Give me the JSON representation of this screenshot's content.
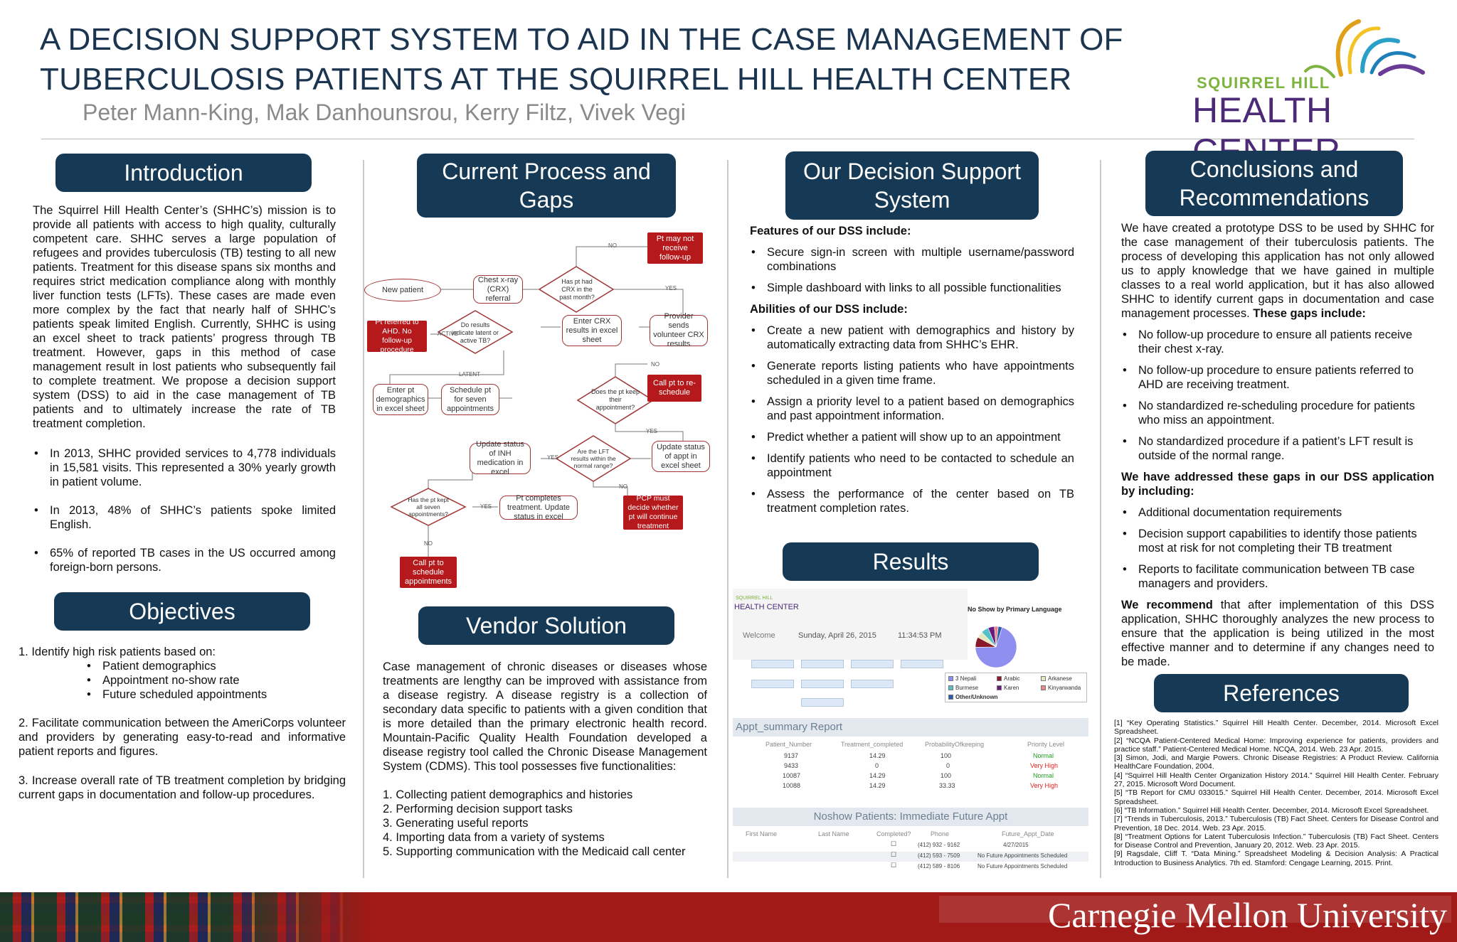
{
  "header": {
    "title_line1": "A DECISION SUPPORT SYSTEM TO AID IN THE CASE MANAGEMENT OF",
    "title_line2": "TUBERCULOSIS PATIENTS AT THE SQUIRREL HILL HEALTH CENTER",
    "authors": "Peter Mann-King, Mak Danhounsrou, Kerry Filtz, Vivek Vegi",
    "logo_sub": "SQUIRREL HILL",
    "logo_main": "HEALTH CENTER"
  },
  "intro": {
    "heading": "Introduction",
    "paragraph": "The Squirrel Hill Health Center’s (SHHC’s) mission is to provide all patients with access to high quality, culturally competent care. SHHC serves a large population of refugees and provides tuberculosis (TB) testing to all new patients. Treatment for this disease spans six months and requires strict medication compliance along with monthly liver function tests (LFTs). These cases are made even more complex by the fact that nearly half of SHHC’s patients speak limited English. Currently, SHHC is using an excel sheet to track patients’ progress through TB treatment. However, gaps in this method of case management result in lost patients who subsequently fail to complete treatment. We propose a decision support system (DSS) to aid in the case management of TB patients and to ultimately increase the rate of TB treatment completion.",
    "bullets": [
      "In 2013, SHHC provided services to 4,778 individuals in 15,581 visits. This represented a 30% yearly growth in patient volume.",
      "In 2013, 48% of SHHC’s patients spoke limited English.",
      "65% of reported TB cases in the US occurred among foreign-born persons."
    ]
  },
  "objectives": {
    "heading": "Objectives",
    "item1": "1.   Identify high risk patients based on:",
    "sub": [
      "Patient demographics",
      "Appointment no-show rate",
      "Future scheduled appointments"
    ],
    "item2": "2. Facilitate communication between the AmeriCorps volunteer and providers by generating easy-to-read and informative patient reports and figures.",
    "item3": "3. Increase overall rate of TB treatment completion by bridging current gaps in documentation and follow-up procedures."
  },
  "process": {
    "heading_line1": "Current Process and",
    "heading_line2": "Gaps",
    "nodes": {
      "new_patient": "New patient",
      "chest_xray": "Chest x-ray (CRX) referral",
      "had_crx": "Has pt had CRX in the past month?",
      "not_receive": "Pt may not receive follow-up",
      "provider_sends": "Provider sends volunteer CRX results",
      "enter_crx": "Enter CRX results in excel sheet",
      "latent_active": "Do results indicate latent or active TB?",
      "referred_ahd": "Pt referred to AHD. No follow-up procedure",
      "enter_demo": "Enter pt demographics in excel sheet",
      "schedule_seven": "Schedule pt for seven appointments",
      "keep_appt": "Does the pt keep their appointment?",
      "call_reschedule": "Call pt to re-schedule",
      "update_appt": "Update status of appt in excel sheet",
      "lft_normal": "Are the LFT results within the normal range?",
      "update_inh": "Update status of INH medication in excel",
      "kept_all": "Has the pt kept all seven appointments?",
      "completes": "Pt completes treatment. Update status in excel",
      "pcp_decide": "PCP must decide whether pt will continue treatment",
      "call_schedule": "Call pt to schedule appointments"
    },
    "labels": {
      "no": "NO",
      "yes": "YES",
      "active": "ACTIVE",
      "latent": "LATENT"
    }
  },
  "vendor": {
    "heading": "Vendor Solution",
    "paragraph": "Case management of chronic diseases or diseases whose treatments are lengthy can be improved with assistance from a disease registry. A disease registry is a collection of secondary data specific to patients with a given condition that is more detailed than the primary electronic health record. Mountain-Pacific Quality Health Foundation developed a disease registry tool called the Chronic Disease Management System (CDMS). This tool possesses five functionalities:",
    "list": [
      "1.   Collecting patient demographics and histories",
      "2.   Performing decision support tasks",
      "3.   Generating useful reports",
      "4.   Importing data from a variety of systems",
      "5.   Supporting communication with the Medicaid call center"
    ]
  },
  "dss": {
    "heading_line1": "Our Decision Support",
    "heading_line2": "System",
    "features_title": "Features of our DSS include:",
    "features": [
      "Secure sign-in screen with multiple username/password combinations",
      "Simple dashboard with links to all possible functionalities"
    ],
    "abilities_title": "Abilities of our DSS include:",
    "abilities": [
      "Create a new patient with demographics and history by automatically extracting data from SHHC’s EHR.",
      "Generate reports listing patients who have appointments scheduled in a given time frame.",
      "Assign a priority level to a patient based on demographics and past appointment information.",
      "Predict whether a patient will show up to an appointment",
      "Identify patients who need to be contacted to schedule an appointment",
      "Assess the performance of the center based on TB treatment completion rates."
    ]
  },
  "results": {
    "heading": "Results",
    "logo_sub": "SQUIRREL HILL",
    "logo_main": "HEALTH CENTER",
    "welcome": "Welcome",
    "date": "Sunday, April 26, 2015",
    "time": "11:34:53 PM",
    "chart_title": "No Show by Primary Language",
    "legend": [
      "3 Nepali",
      "Arabic",
      "Arkanese",
      "Burmese",
      "Karen",
      "Kinyarwanda",
      "Other/Unknown"
    ],
    "summary_title": "Appt_summary Report",
    "summary_headers": [
      "Patient_Number",
      "Treatment_completed",
      "ProbabilityOfkeeping",
      "Priority Level"
    ],
    "summary_rows": [
      [
        "9137",
        "14.29",
        "100",
        "Normal"
      ],
      [
        "9433",
        "0",
        "0",
        "Very High"
      ],
      [
        "10087",
        "14.29",
        "100",
        "Normal"
      ],
      [
        "10088",
        "14.29",
        "33.33",
        "Very High"
      ]
    ],
    "noshow_title": "Noshow Patients: Immediate Future Appt",
    "noshow_headers": [
      "First Name",
      "Last Name",
      "Completed?",
      "Phone",
      "Future_Appt_Date"
    ],
    "noshow_rows": [
      [
        "☐",
        "(412) 932 - 9162",
        "4/27/2015"
      ],
      [
        "☐",
        "(412) 593 - 7509",
        "No Future Appointments Scheduled"
      ],
      [
        "☐",
        "(412) 589 - 8106",
        "No Future Appointments Scheduled"
      ]
    ],
    "chart_data": {
      "type": "pie",
      "title": "No Show by Primary Language",
      "categories": [
        "3 Nepali",
        "Arabic",
        "Arkanese",
        "Burmese",
        "Karen",
        "Kinyarwanda",
        "Other/Unknown"
      ],
      "values": [
        70,
        8,
        5,
        6,
        5,
        3,
        3
      ],
      "colors": [
        "#8f8ff0",
        "#8a1a2a",
        "#e8e8c0",
        "#55c2c8",
        "#6a1a7a",
        "#e88888",
        "#2a5aa8"
      ]
    }
  },
  "conclusions": {
    "heading_line1": "Conclusions and",
    "heading_line2": "Recommendations",
    "paragraph_a": "We have created a prototype DSS to be used by SHHC for the case management of their tuberculosis patients. The process of developing this application has not only allowed us to apply knowledge that we have gained in multiple classes to a real world application, but it has also allowed SHHC to identify current gaps in documentation and case management processes.",
    "paragraph_a_bold": "These gaps include:",
    "gaps": [
      "No follow-up procedure to ensure all patients receive their chest x-ray.",
      "No follow-up procedure to ensure patients referred to AHD are receiving treatment.",
      "No standardized re-scheduling procedure for patients who miss an appointment.",
      "No standardized procedure if a patient’s LFT result is outside of the normal range."
    ],
    "addressed": "We have addressed these gaps in our DSS application by including:",
    "addressed_items": [
      "Additional documentation requirements",
      "Decision support capabilities to identify those patients most at risk for not completing their TB treatment",
      "Reports to facilitate communication between TB case managers and providers."
    ],
    "recommend_bold": "We recommend",
    "recommend_rest": "that after implementation of this DSS application, SHHC thoroughly analyzes the new process to ensure that the application is being utilized in the most effective manner and to determine if any changes need to be made."
  },
  "references": {
    "heading": "References",
    "items": [
      "[1] “Key Operating Statistics.” Squirrel Hill Health Center. December, 2014. Microsoft Excel Spreadsheet.",
      "[2] “NCQA Patient-Centered Medical Home: Improving experience for patients, providers and practice staff.” Patient-Centered Medical Home. NCQA, 2014. Web. 23 Apr. 2015.",
      "[3] Simon, Jodi, and Margie Powers. Chronic Disease Registries: A Product Review. California HealthCare Foundation, 2004.",
      "[4] “Squirrel Hill Health Center Organization History 2014.” Squirrel Hill Health Center. February 27, 2015. Microsoft Word Document.",
      "[5] “TB Report for CMU 033015.” Squirrel Hill Health Center. December, 2014. Microsoft Excel Spreadsheet.",
      "[6] “TB Information.” Squirrel Hill Health Center. December, 2014. Microsoft Excel Spreadsheet.",
      "[7] “Trends in Tuberculosis, 2013.” Tuberculosis (TB) Fact Sheet. Centers for Disease Control and Prevention, 18 Dec. 2014. Web. 23 Apr. 2015.",
      "[8] “Treatment Options for Latent Tuberculosis Infection.” Tuberculosis (TB) Fact Sheet. Centers for Disease Control and Prevention, January 20, 2012. Web. 23 Apr. 2015.",
      "[9] Ragsdale, Cliff T. “Data Mining.” Spreadsheet Modeling & Decision Analysis: A Practical Introduction to Business Analytics. 7th ed. Stamford: Cengage Learning, 2015. Print."
    ]
  },
  "footer": {
    "university": "Carnegie Mellon University"
  },
  "colors": {
    "navy": "#163a55",
    "cmu_red": "#a11a18",
    "logo_green": "#7db33f",
    "logo_purple": "#4c2a78"
  }
}
